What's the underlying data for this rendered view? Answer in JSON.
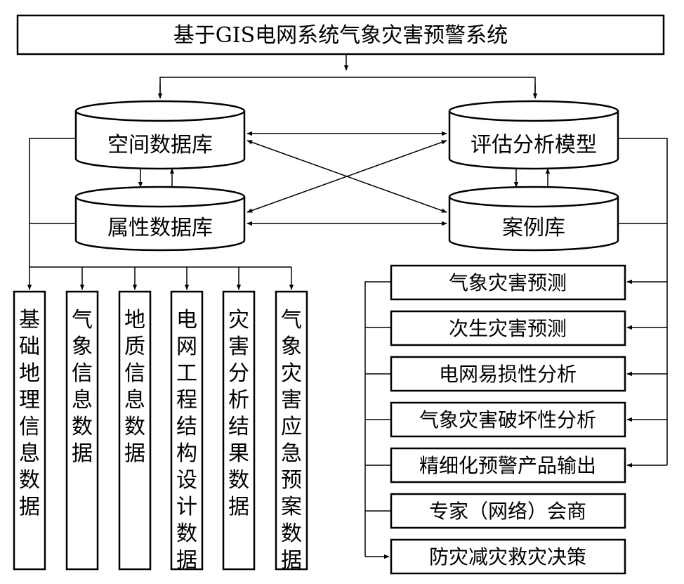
{
  "title": "基于GIS电网系统气象灾害预警系统",
  "databases": {
    "spatial": "空间数据库",
    "attribute": "属性数据库",
    "evaluation": "评估分析模型",
    "case": "案例库"
  },
  "data_sources": [
    "基础地理信息数据",
    "气象信息数据",
    "地质信息数据",
    "电网工程结构设计数据",
    "灾害分析结果数据",
    "气象灾害应急预案数据"
  ],
  "functions": [
    "气象灾害预测",
    "次生灾害预测",
    "电网易损性分析",
    "气象灾害破坏性分析",
    "精细化预警产品输出",
    "专家（网络）会商",
    "防灾减灾救灾决策"
  ]
}
